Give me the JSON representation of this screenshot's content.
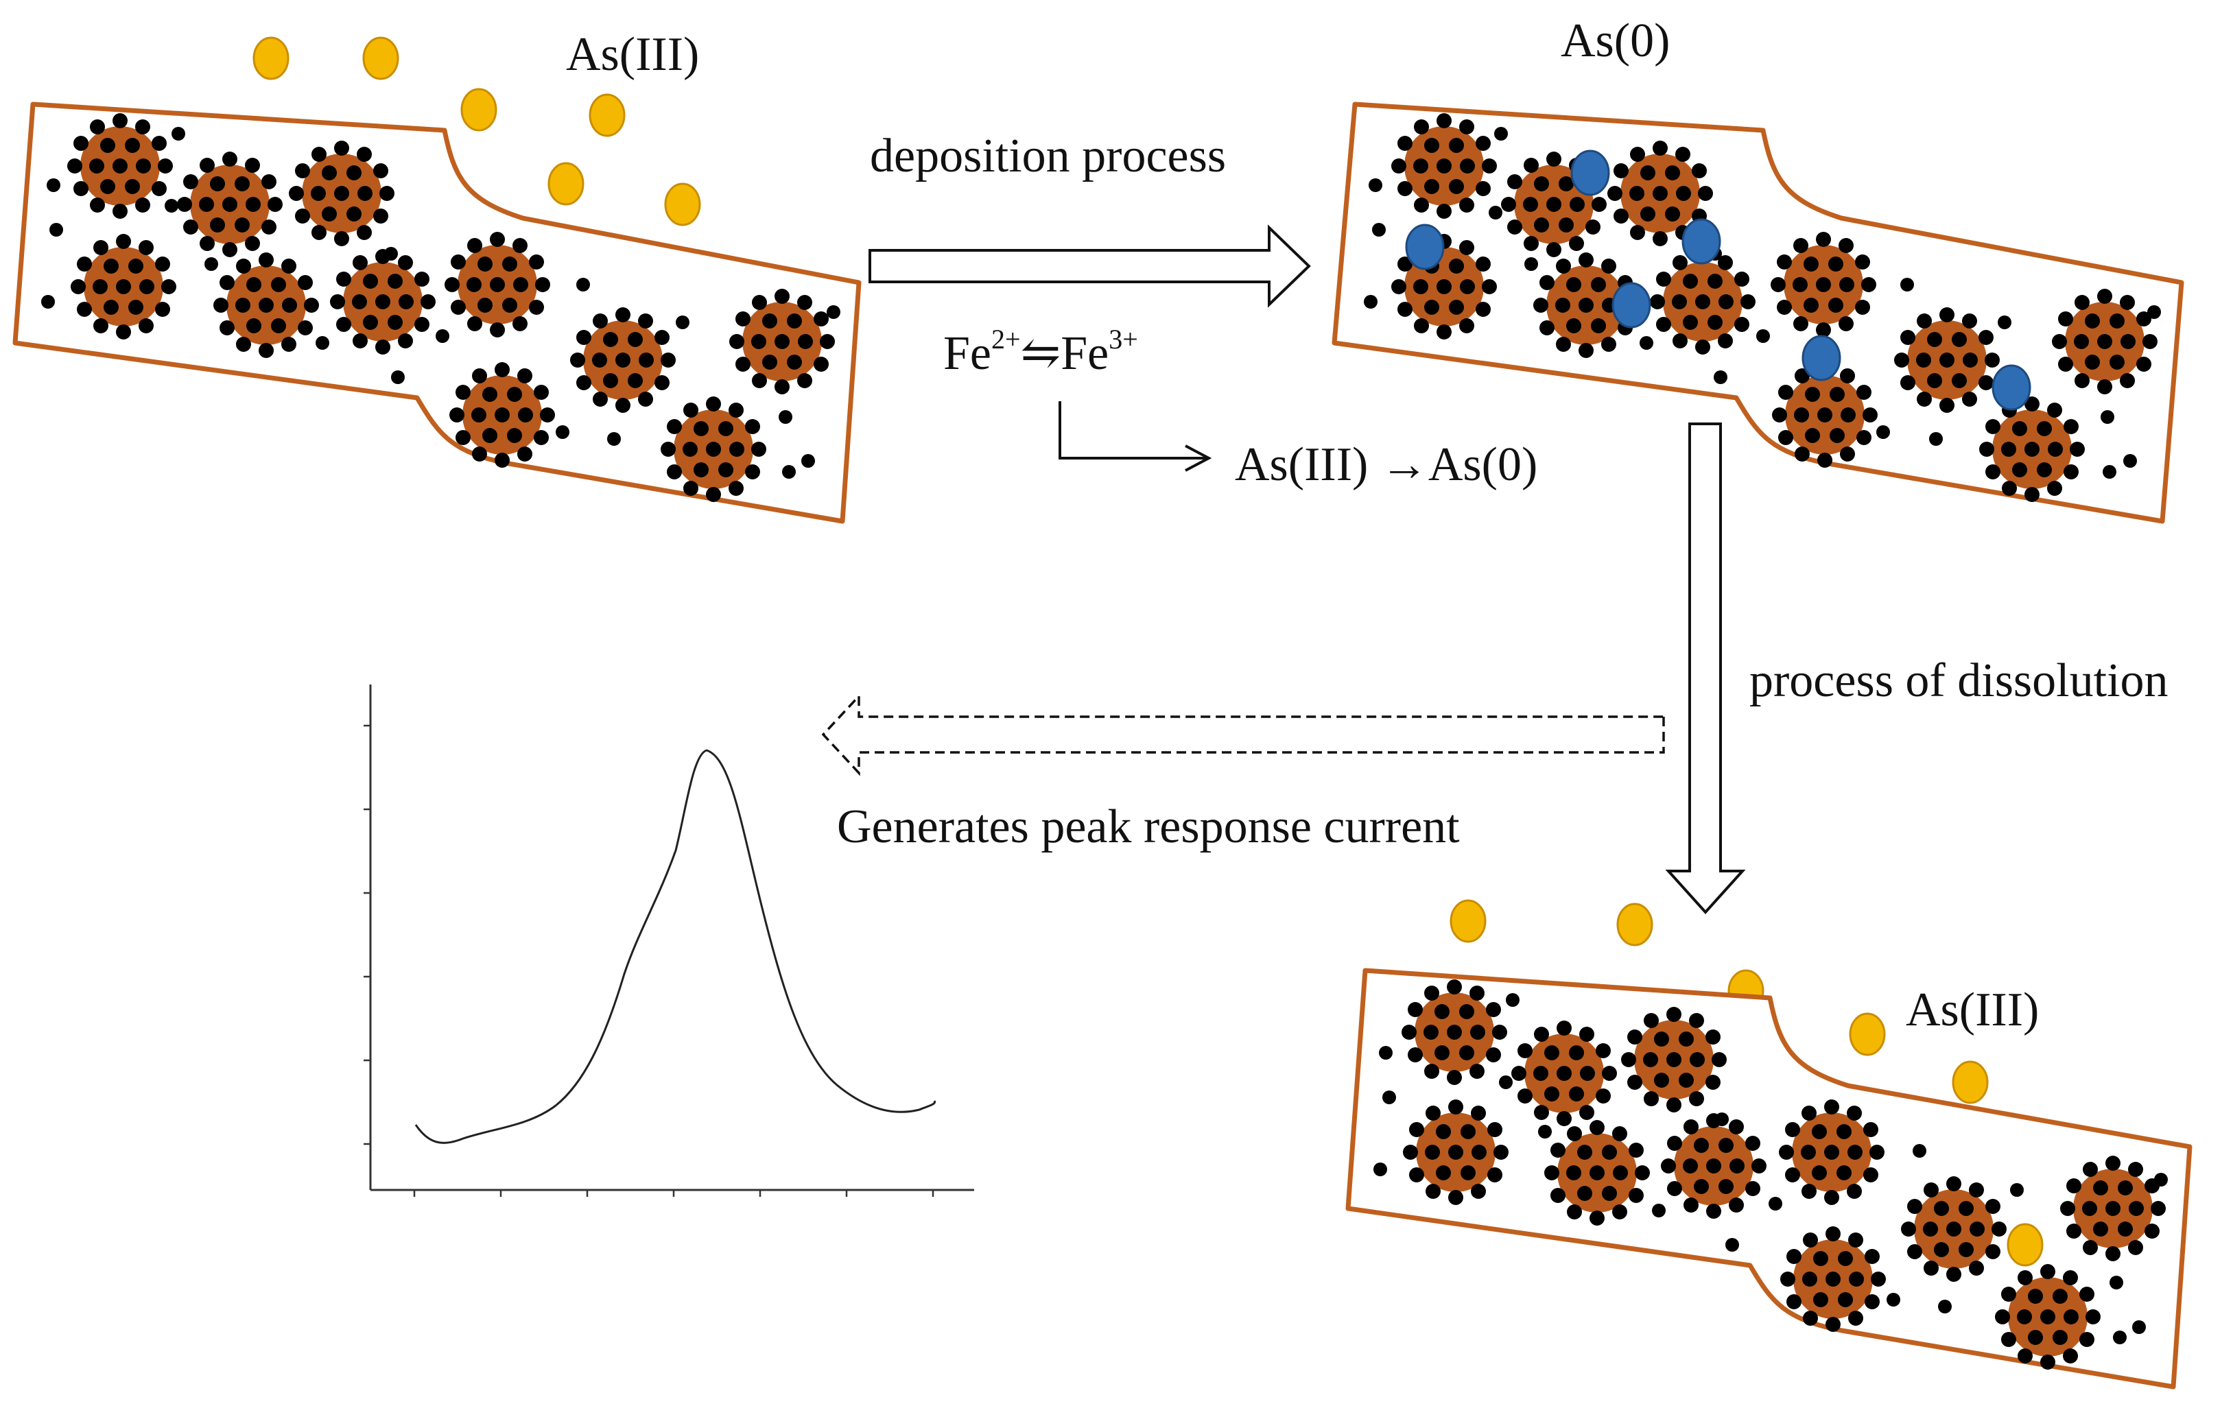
{
  "labels": {
    "as3_top": "As(III)",
    "as0": "As(0)",
    "deposition": "deposition process",
    "fe_base": "Fe",
    "fe2_sup": "2+",
    "equilibrium": "⇋",
    "fe3_base": "Fe",
    "fe3_sup": "3+",
    "reaction": "As(III) →As(0)",
    "dissolution": "process of dissolution",
    "generates": "Generates peak response current",
    "as3_bottom": "As(III)"
  },
  "colors": {
    "strip_border": "#c0601e",
    "nanoparticle": "#b85a1e",
    "dot": "#000000",
    "as3_ion": "#f5b800",
    "as3_ion_edge": "#c98d00",
    "as0_atom": "#2e6db4",
    "as0_atom_edge": "#1d4a80",
    "curve": "#222222"
  },
  "icons": {
    "arrow_deposition": "right-hollow-arrow",
    "arrow_dissolution": "down-hollow-arrow",
    "arrow_generates": "left-dashed-hollow-arrow",
    "arrow_reaction": "elbow-arrow"
  }
}
